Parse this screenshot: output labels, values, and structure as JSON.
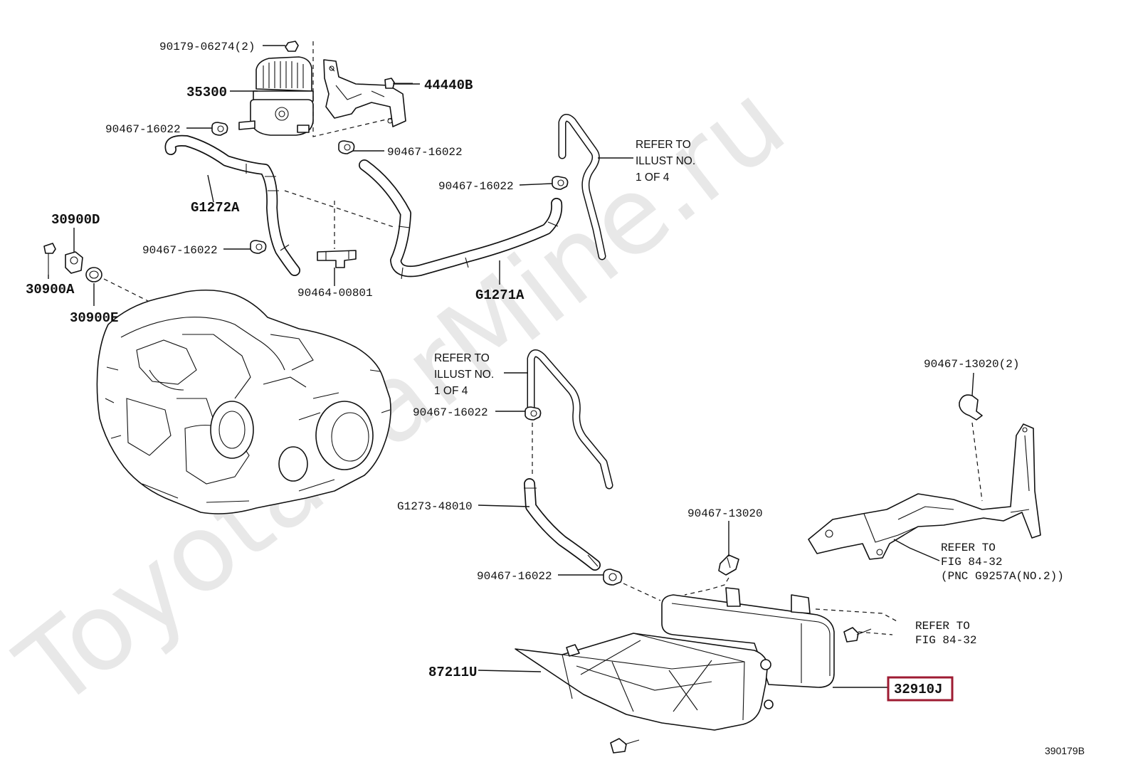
{
  "watermark": "ToyotaCarMine.ru",
  "figure_id": "390179B",
  "highlight_color": "#9e1b32",
  "labels": {
    "p90179_06274": "90179-06274(2)",
    "p35300": "35300",
    "p44440b": "44440B",
    "clamp_a": "90467-16022",
    "clamp_b": "90467-16022",
    "clamp_c": "90467-16022",
    "clamp_d": "90467-16022",
    "clamp_e": "90467-16022",
    "clamp_f": "90467-16022",
    "g1272a": "G1272A",
    "g1271a": "G1271A",
    "p90464_00801": "90464-00801",
    "p30900d": "30900D",
    "p30900a": "30900A",
    "p30900e": "30900E",
    "g1273_48010": "G1273-48010",
    "p90467_13020_2": "90467-13020(2)",
    "p90467_13020": "90467-13020",
    "p87211u": "87211U",
    "p32910j": "32910J"
  },
  "refs": {
    "ref_top": [
      "REFER TO",
      "ILLUST NO.",
      "1 OF 4"
    ],
    "ref_mid": [
      "REFER TO",
      "ILLUST NO.",
      "1 OF 4"
    ],
    "ref_fig_pnc": [
      "REFER TO",
      "FIG 84-32",
      "(PNC G9257A(NO.2))"
    ],
    "ref_fig": [
      "REFER TO",
      "FIG 84-32"
    ]
  }
}
